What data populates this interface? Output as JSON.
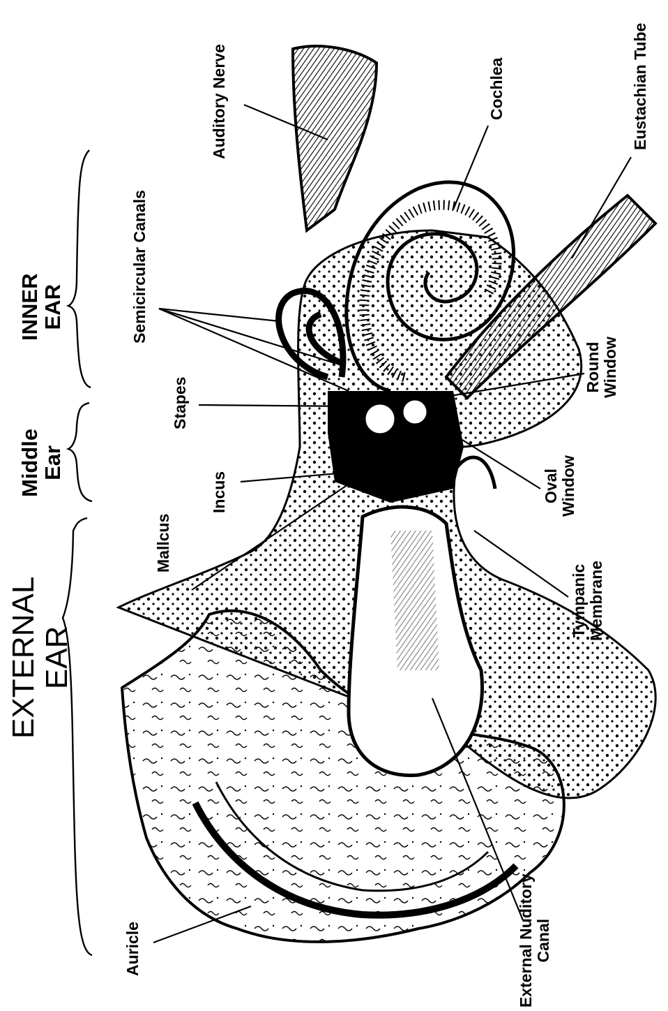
{
  "sections": {
    "external": {
      "line1": "EXTERNAL",
      "line2": "EAR"
    },
    "middle": {
      "line1": "Middle",
      "line2": "Ear"
    },
    "inner": {
      "line1": "INNER",
      "line2": "EAR"
    }
  },
  "labels": {
    "auricle": "Auricle",
    "external_canal_1": "External Nuditory",
    "external_canal_2": "Canal",
    "mallcus": "Mallcus",
    "incus": "Incus",
    "stapes": "Stapes",
    "semicircular": "Semicircular Canals",
    "auditory_nerve": "Auditory Nerve",
    "cochlea": "Cochlea",
    "eustachian": "Eustachian Tube",
    "round_window_1": "Round",
    "round_window_2": "Window",
    "oval_window_1": "Oval",
    "oval_window_2": "Window",
    "tympanic_1": "Tympanic",
    "tympanic_2": "Membrane"
  }
}
